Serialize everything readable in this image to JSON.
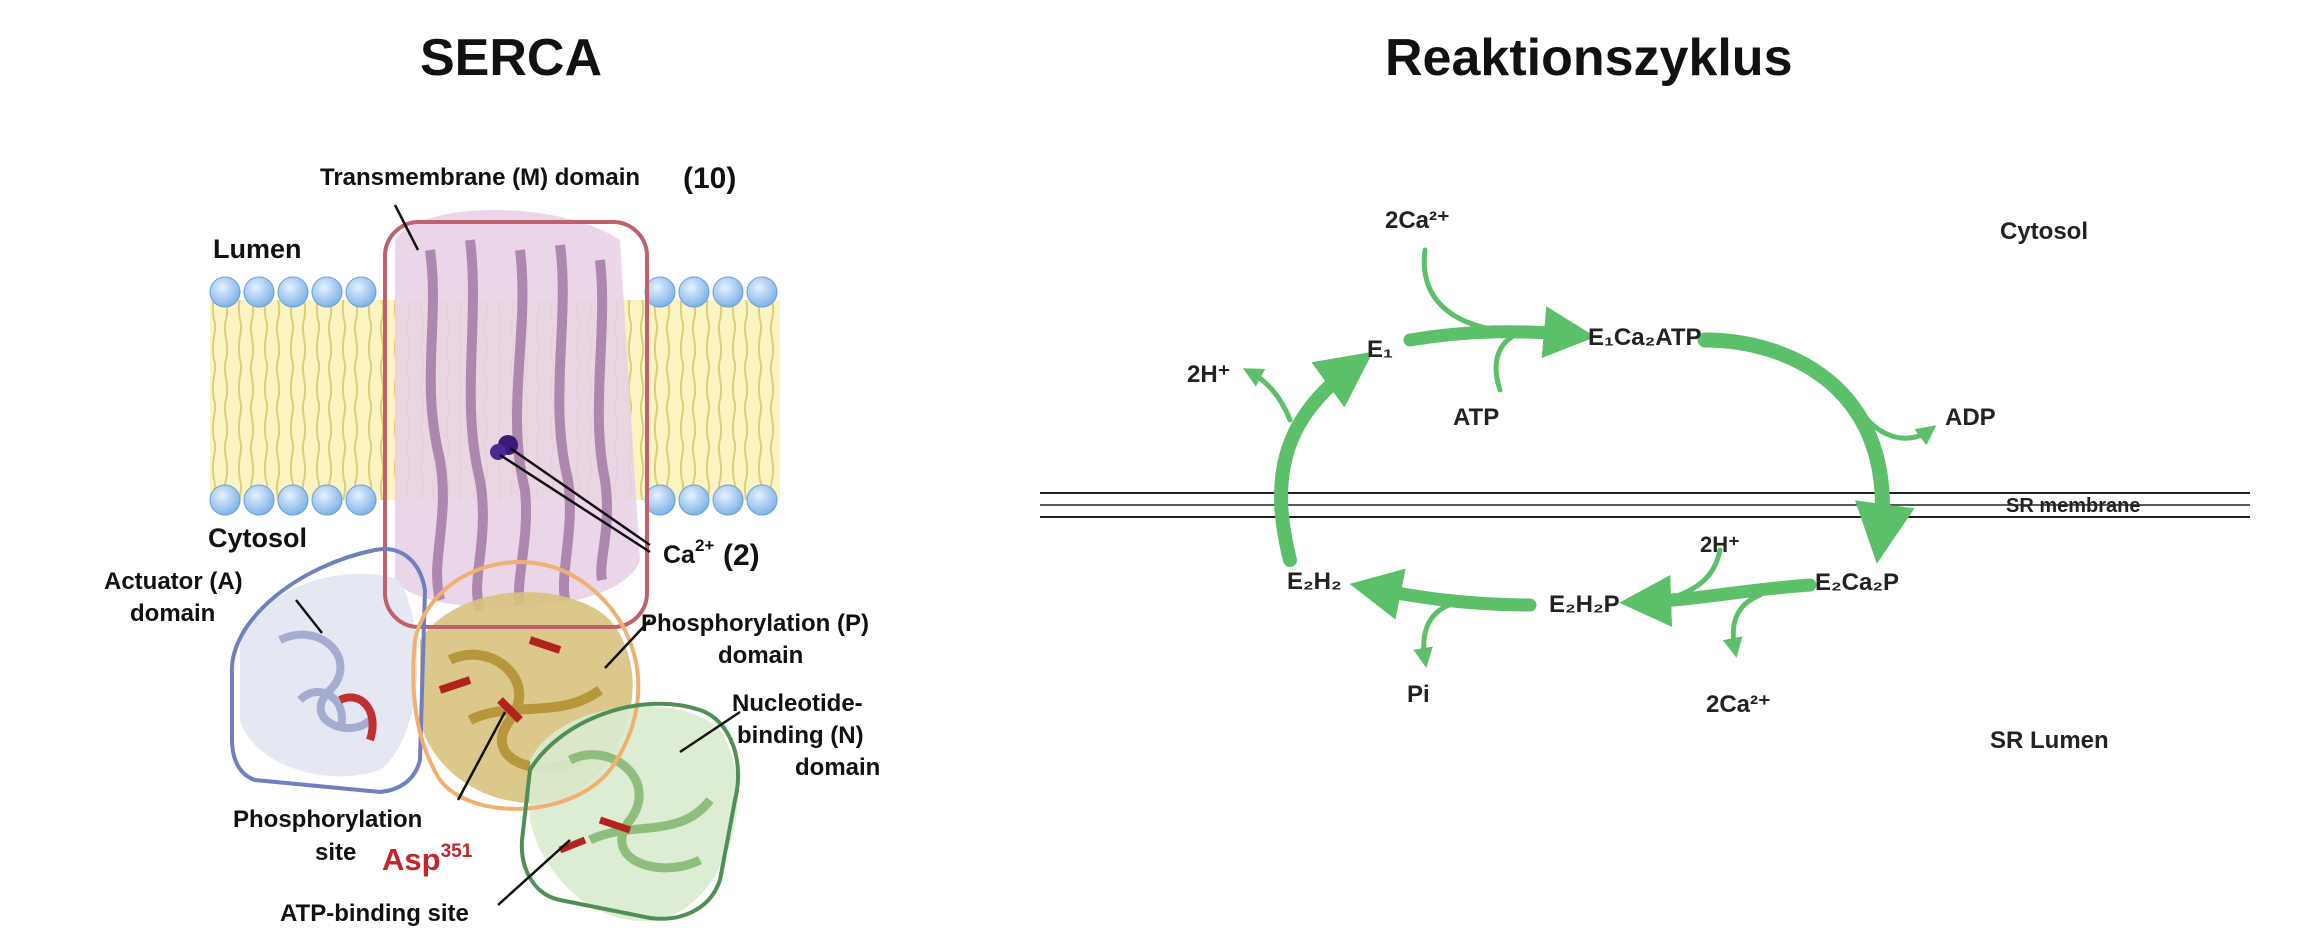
{
  "left_panel": {
    "title": "SERCA",
    "labels": {
      "transmembrane": "Transmembrane (M) domain",
      "transmembrane_count": "(10)",
      "lumen": "Lumen",
      "cytosol": "Cytosol",
      "actuator_line1": "Actuator (A)",
      "actuator_line2": "domain",
      "phosphorylation_domain_line1": "Phosphorylation (P)",
      "phosphorylation_domain_line2": "domain",
      "calcium": "Ca",
      "calcium_charge": "2+",
      "calcium_count": "(2)",
      "nucleotide_line1": "Nucleotide-",
      "nucleotide_line2": "binding (N)",
      "nucleotide_line3": "domain",
      "phos_site_line1": "Phosphorylation",
      "phos_site_line2": "site",
      "asp": "Asp",
      "asp_number": "351",
      "atp_site": "ATP-binding site"
    },
    "colors": {
      "membrane_box": "#c0606e",
      "actuator_box": "#6f7fc0",
      "phosphorylation_box": "#f0b070",
      "nucleotide_box": "#4f8f55",
      "asp_text": "#c0262b"
    }
  },
  "right_panel": {
    "title": "Reaktionszyklus",
    "labels": {
      "cytosol": "Cytosol",
      "sr_lumen": "SR Lumen",
      "sr_membrane": "SR membrane",
      "two_ca_top": "2Ca²⁺",
      "two_ca_bottom": "2Ca²⁺",
      "e1": "E₁",
      "e1ca2atp": "E₁Ca₂ATP",
      "atp": "ATP",
      "adp": "ADP",
      "e2ca2p": "E₂Ca₂P",
      "two_h_bottom": "2H⁺",
      "e2h2p": "E₂H₂P",
      "e2h2": "E₂H₂",
      "pi": "Pi",
      "two_h_top": "2H⁺"
    },
    "colors": {
      "arrow": "#5cc06a"
    }
  }
}
